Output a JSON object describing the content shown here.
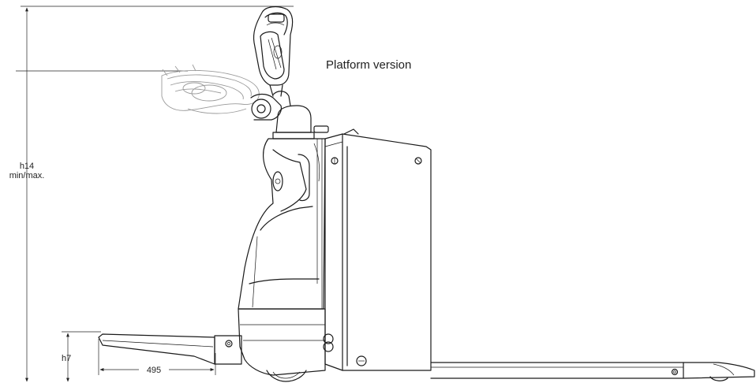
{
  "caption": "Platform version",
  "dimensions": {
    "h14_line1": "h14",
    "h14_line2": "min/max.",
    "h7": "h7",
    "length_495": "495"
  },
  "colors": {
    "line": "#1a1a1a",
    "ghost": "#9a9a9a",
    "background": "#ffffff"
  }
}
